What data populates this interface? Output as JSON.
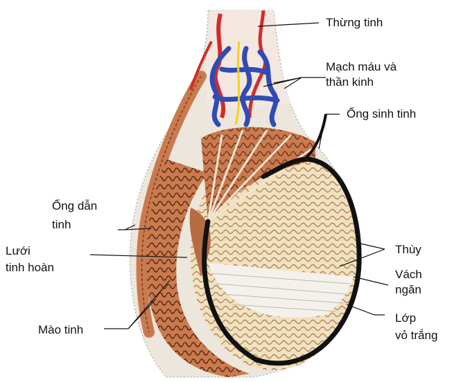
{
  "labels": {
    "spermatic_cord": "Thừng tinh",
    "vessels_nerves_1": "Mạch máu và",
    "vessels_nerves_2": "thần kinh",
    "seminiferous_tubule": "Ống sinh tinh",
    "vas_deferens_1": "Ống dẫn",
    "vas_deferens_2": "tinh",
    "rete_testis_1": "Lưới",
    "rete_testis_2": "tinh hoàn",
    "lobule": "Thùy",
    "septum_1": "Vách",
    "septum_2": "ngăn",
    "tunica_1": "Lớp",
    "tunica_2": "vỏ trắng",
    "epididymis": "Mào tinh"
  },
  "colors": {
    "tubule": "#c97a4e",
    "tubule_dark": "#8a4a2a",
    "lobule_fill": "#f0e1c0",
    "artery": "#d52a2a",
    "vein": "#2f4bb5",
    "nerve": "#f2d21a",
    "capsule": "#111111",
    "sheath": "#e9e4dc"
  }
}
